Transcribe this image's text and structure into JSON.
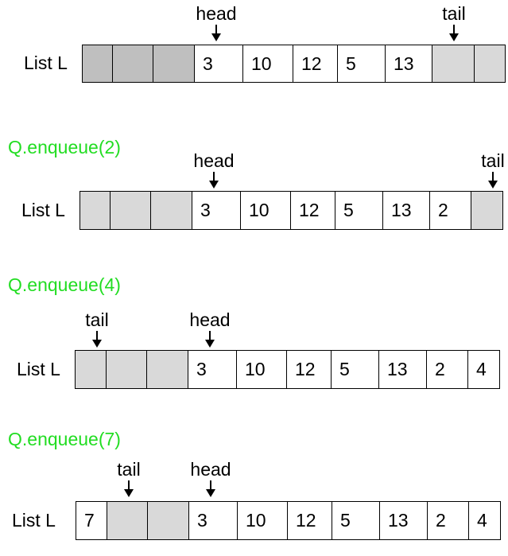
{
  "diagrams": [
    {
      "operation": "",
      "list_label": "List L",
      "head_label": "head",
      "tail_label": "tail",
      "head_index": 3,
      "tail_index": 8,
      "cells": [
        {
          "value": "",
          "fill": "#bfbfbf"
        },
        {
          "value": "",
          "fill": "#bfbfbf"
        },
        {
          "value": "",
          "fill": "#bfbfbf"
        },
        {
          "value": "3",
          "fill": "#ffffff"
        },
        {
          "value": "10",
          "fill": "#ffffff"
        },
        {
          "value": "12",
          "fill": "#ffffff"
        },
        {
          "value": "5",
          "fill": "#ffffff"
        },
        {
          "value": "13",
          "fill": "#ffffff"
        },
        {
          "value": "",
          "fill": "#d9d9d9"
        },
        {
          "value": "",
          "fill": "#d9d9d9"
        }
      ]
    },
    {
      "operation": "Q.enqueue(2)",
      "list_label": "List L",
      "head_label": "head",
      "tail_label": "tail",
      "head_index": 3,
      "tail_index": 9,
      "cells": [
        {
          "value": "",
          "fill": "#d9d9d9"
        },
        {
          "value": "",
          "fill": "#d9d9d9"
        },
        {
          "value": "",
          "fill": "#d9d9d9"
        },
        {
          "value": "3",
          "fill": "#ffffff"
        },
        {
          "value": "10",
          "fill": "#ffffff"
        },
        {
          "value": "12",
          "fill": "#ffffff"
        },
        {
          "value": "5",
          "fill": "#ffffff"
        },
        {
          "value": "13",
          "fill": "#ffffff"
        },
        {
          "value": "2",
          "fill": "#ffffff"
        },
        {
          "value": "",
          "fill": "#d9d9d9"
        }
      ]
    },
    {
      "operation": "Q.enqueue(4)",
      "list_label": "List L",
      "head_label": "head",
      "tail_label": "tail",
      "head_index": 3,
      "tail_index": 0,
      "cells": [
        {
          "value": "",
          "fill": "#d9d9d9"
        },
        {
          "value": "",
          "fill": "#d9d9d9"
        },
        {
          "value": "",
          "fill": "#d9d9d9"
        },
        {
          "value": "3",
          "fill": "#ffffff"
        },
        {
          "value": "10",
          "fill": "#ffffff"
        },
        {
          "value": "12",
          "fill": "#ffffff"
        },
        {
          "value": "5",
          "fill": "#ffffff"
        },
        {
          "value": "13",
          "fill": "#ffffff"
        },
        {
          "value": "2",
          "fill": "#ffffff"
        },
        {
          "value": "4",
          "fill": "#ffffff"
        }
      ]
    },
    {
      "operation": "Q.enqueue(7)",
      "list_label": "List L",
      "head_label": "head",
      "tail_label": "tail",
      "head_index": 3,
      "tail_index": 1,
      "cells": [
        {
          "value": "7",
          "fill": "#ffffff"
        },
        {
          "value": "",
          "fill": "#d9d9d9"
        },
        {
          "value": "",
          "fill": "#d9d9d9"
        },
        {
          "value": "3",
          "fill": "#ffffff"
        },
        {
          "value": "10",
          "fill": "#ffffff"
        },
        {
          "value": "12",
          "fill": "#ffffff"
        },
        {
          "value": "5",
          "fill": "#ffffff"
        },
        {
          "value": "13",
          "fill": "#ffffff"
        },
        {
          "value": "2",
          "fill": "#ffffff"
        },
        {
          "value": "4",
          "fill": "#ffffff"
        }
      ]
    }
  ],
  "colors": {
    "operation_text": "#22dd22",
    "border": "#000000"
  }
}
